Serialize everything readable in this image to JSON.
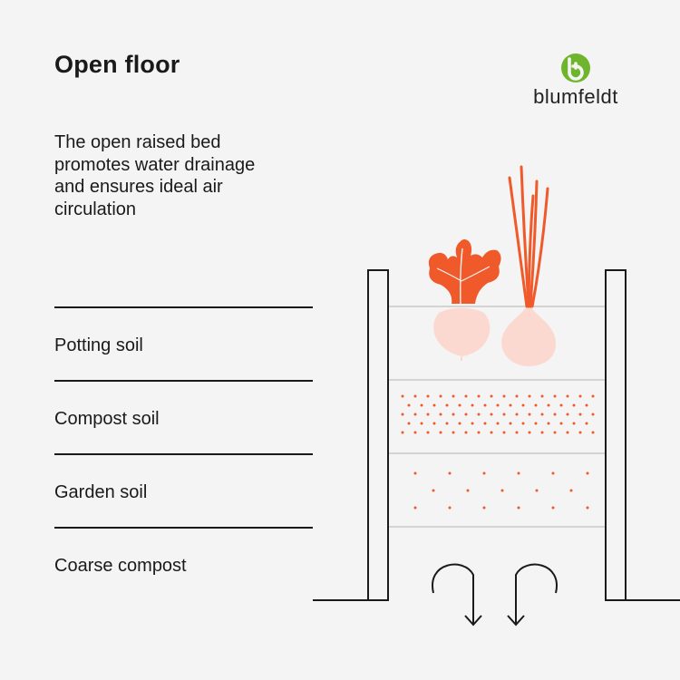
{
  "title": "Open floor",
  "description": "The open raised bed promotes water drainage and ensures ideal air circulation",
  "brand": {
    "name": "blumfeldt",
    "color": "#6fb52c"
  },
  "layers": [
    {
      "label": "Potting soil"
    },
    {
      "label": "Compost soil"
    },
    {
      "label": "Garden soil"
    },
    {
      "label": "Coarse compost"
    }
  ],
  "colors": {
    "accent": "#f05a2b",
    "bulb": "#fbd9d1",
    "line": "#1a1a1a",
    "divider": "#c9c9c9",
    "background": "#f4f4f4"
  },
  "icons": [
    "beetroot-icon",
    "onion-icon",
    "drainage-arrow-icon",
    "airflow-arrow-icon"
  ]
}
